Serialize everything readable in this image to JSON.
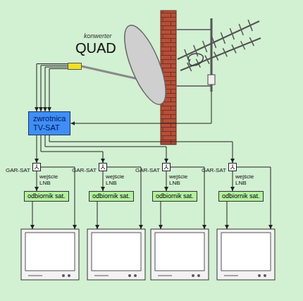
{
  "diagram": {
    "nodes": [
      {
        "text": [
          "konwerter",
          "QUAD"
        ]
      },
      {
        "text": [
          "zwrotnica TV-SAT"
        ]
      },
      {
        "text": [
          "GAR-SAT"
        ]
      },
      {
        "text": [
          "GAR-SAT"
        ]
      },
      {
        "text": [
          "GAR-SAT"
        ]
      },
      {
        "text": [
          "GAR-SAT"
        ]
      },
      {
        "text": [
          "odbiornik sat."
        ]
      },
      {
        "text": [
          "odbiornik sat."
        ]
      },
      {
        "text": [
          "odbiornik sat."
        ]
      },
      {
        "text": [
          "odbiornik sat."
        ]
      }
    ],
    "edges": [
      {
        "from": 0,
        "to": 1,
        "arrow": "to"
      },
      {
        "from": 0,
        "to": 1,
        "arrow": "to"
      },
      {
        "from": 0,
        "to": 1,
        "arrow": "to"
      },
      {
        "from": 0,
        "to": 1,
        "arrow": "to"
      },
      {
        "from": 1,
        "to": 2,
        "arrow": "to"
      },
      {
        "from": 1,
        "to": 3,
        "arrow": "to"
      },
      {
        "from": 1,
        "to": 4,
        "arrow": "to"
      },
      {
        "from": 1,
        "to": 5,
        "arrow": "to"
      },
      {
        "from": 2,
        "to": 6,
        "label": "wejście LNB",
        "arrow": "to"
      },
      {
        "from": 3,
        "to": 7,
        "label": "wejście LNB",
        "arrow": "to"
      },
      {
        "from": 4,
        "to": 8,
        "label": "wejście LNB",
        "arrow": "to"
      },
      {
        "from": 5,
        "to": 9,
        "label": "wejście LNB",
        "arrow": "to"
      }
    ]
  }
}
